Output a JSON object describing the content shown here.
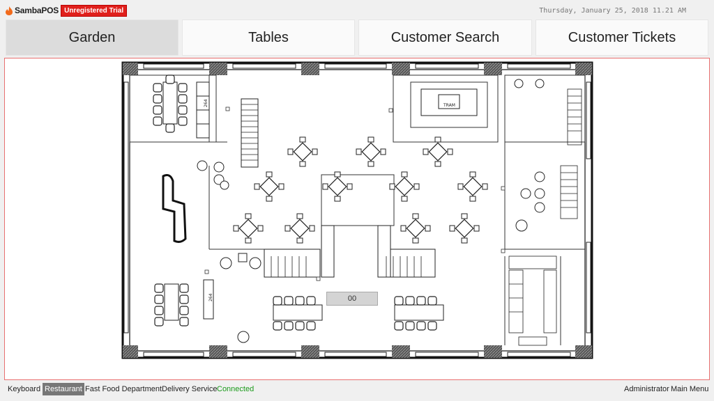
{
  "app": {
    "name": "SambaPOS",
    "trial_badge": "Unregistered Trial",
    "datetime": "Thursday, January 25, 2018 11.21 AM",
    "brand_color": "#e0201c"
  },
  "tabs": [
    {
      "label": "Garden",
      "active": true
    },
    {
      "label": "Tables",
      "active": false
    },
    {
      "label": "Customer Search",
      "active": false
    },
    {
      "label": "Customer Tickets",
      "active": false
    }
  ],
  "floorplan": {
    "labels": {
      "tram": "TRAM",
      "dim_a": "264",
      "dim_b": "264"
    },
    "ticket_button": "00"
  },
  "statusbar": {
    "left": [
      {
        "label": "Keyboard",
        "active": false
      },
      {
        "label": "Restaurant",
        "active": true
      },
      {
        "label": "Fast Food Department",
        "active": false
      },
      {
        "label": "Delivery Service",
        "active": false
      }
    ],
    "connection_status": "Connected",
    "connection_color": "#1a9a1a",
    "user": "Administrator",
    "main_menu": "Main Menu"
  }
}
